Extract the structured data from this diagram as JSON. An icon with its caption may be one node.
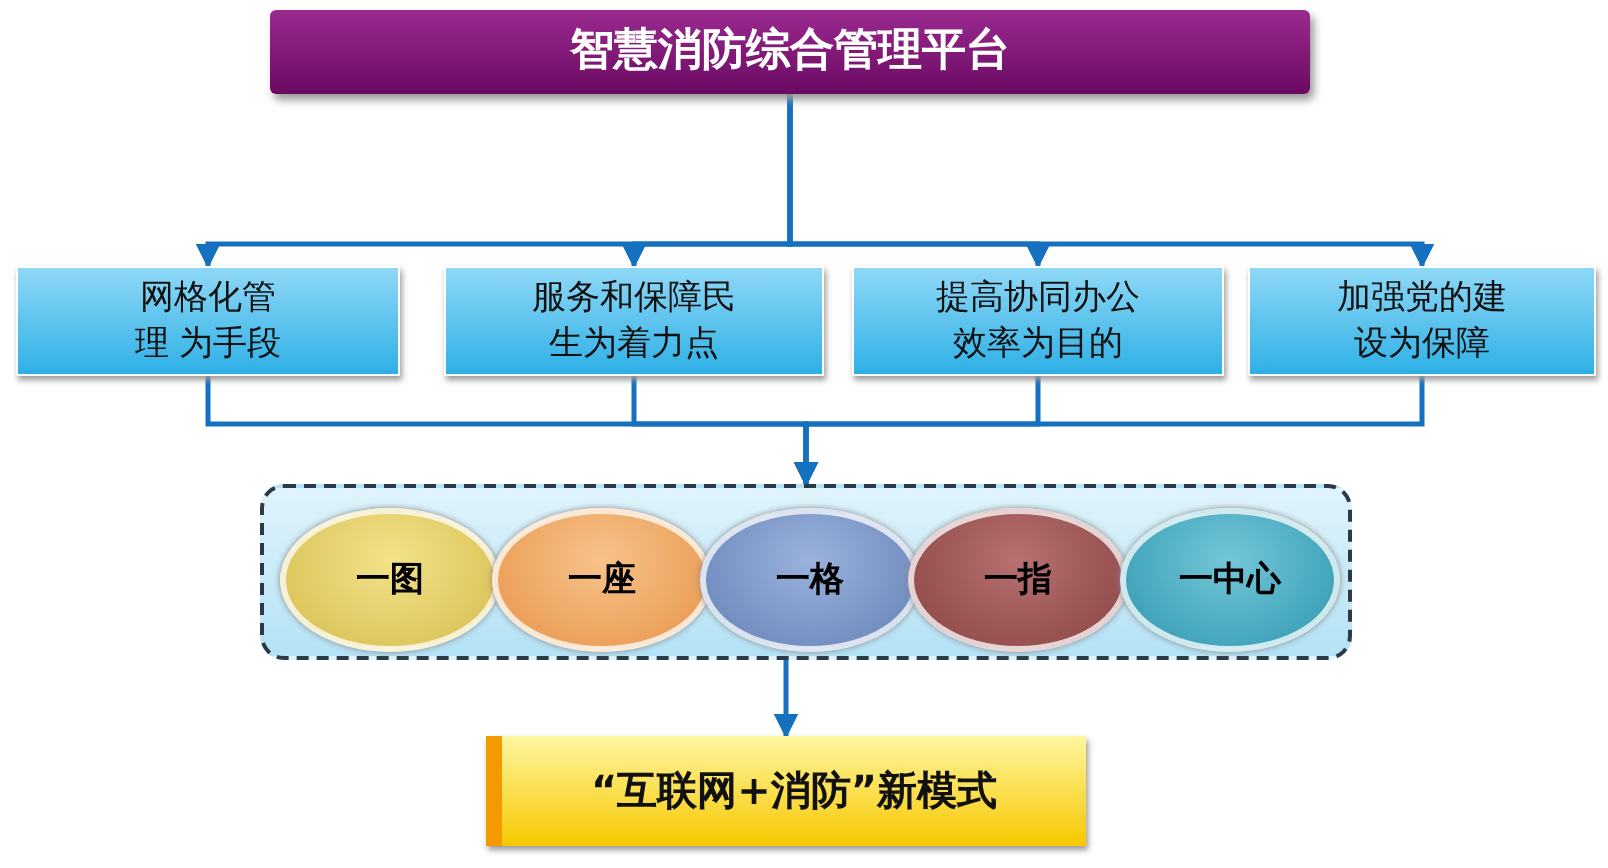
{
  "diagram": {
    "nodes": [
      {
        "text": [
          "智慧消防综合管理平台"
        ]
      },
      {
        "text": [
          "网格化管理 为手段"
        ]
      },
      {
        "text": [
          "服务和保障民生为着力点"
        ]
      },
      {
        "text": [
          "提高协同办公效率为目的"
        ]
      },
      {
        "text": [
          "加强党的建设为保障"
        ]
      },
      {
        "text": [],
        "shape": "box"
      },
      {
        "text": [
          "一图"
        ],
        "in": 5
      },
      {
        "text": [
          "一座"
        ],
        "in": 5
      },
      {
        "text": [
          "一格"
        ],
        "in": 5
      },
      {
        "text": [
          "一指"
        ],
        "in": 5
      },
      {
        "text": [
          "一中心"
        ],
        "in": 5
      },
      {
        "text": [
          "“互联网+消防”新模式"
        ]
      }
    ],
    "edges": [
      {
        "from": 0,
        "to": 1,
        "arrow": "to"
      },
      {
        "from": 0,
        "to": 2,
        "arrow": "to"
      },
      {
        "from": 0,
        "to": 3,
        "arrow": "to"
      },
      {
        "from": 0,
        "to": 4,
        "arrow": "to"
      },
      {
        "from": 1,
        "to": 5,
        "arrow": "to"
      },
      {
        "from": 2,
        "to": 5,
        "arrow": "to"
      },
      {
        "from": 3,
        "to": 5,
        "arrow": "to"
      },
      {
        "from": 4,
        "to": 5,
        "arrow": "to"
      },
      {
        "from": 5,
        "to": 11,
        "arrow": "to"
      }
    ]
  }
}
